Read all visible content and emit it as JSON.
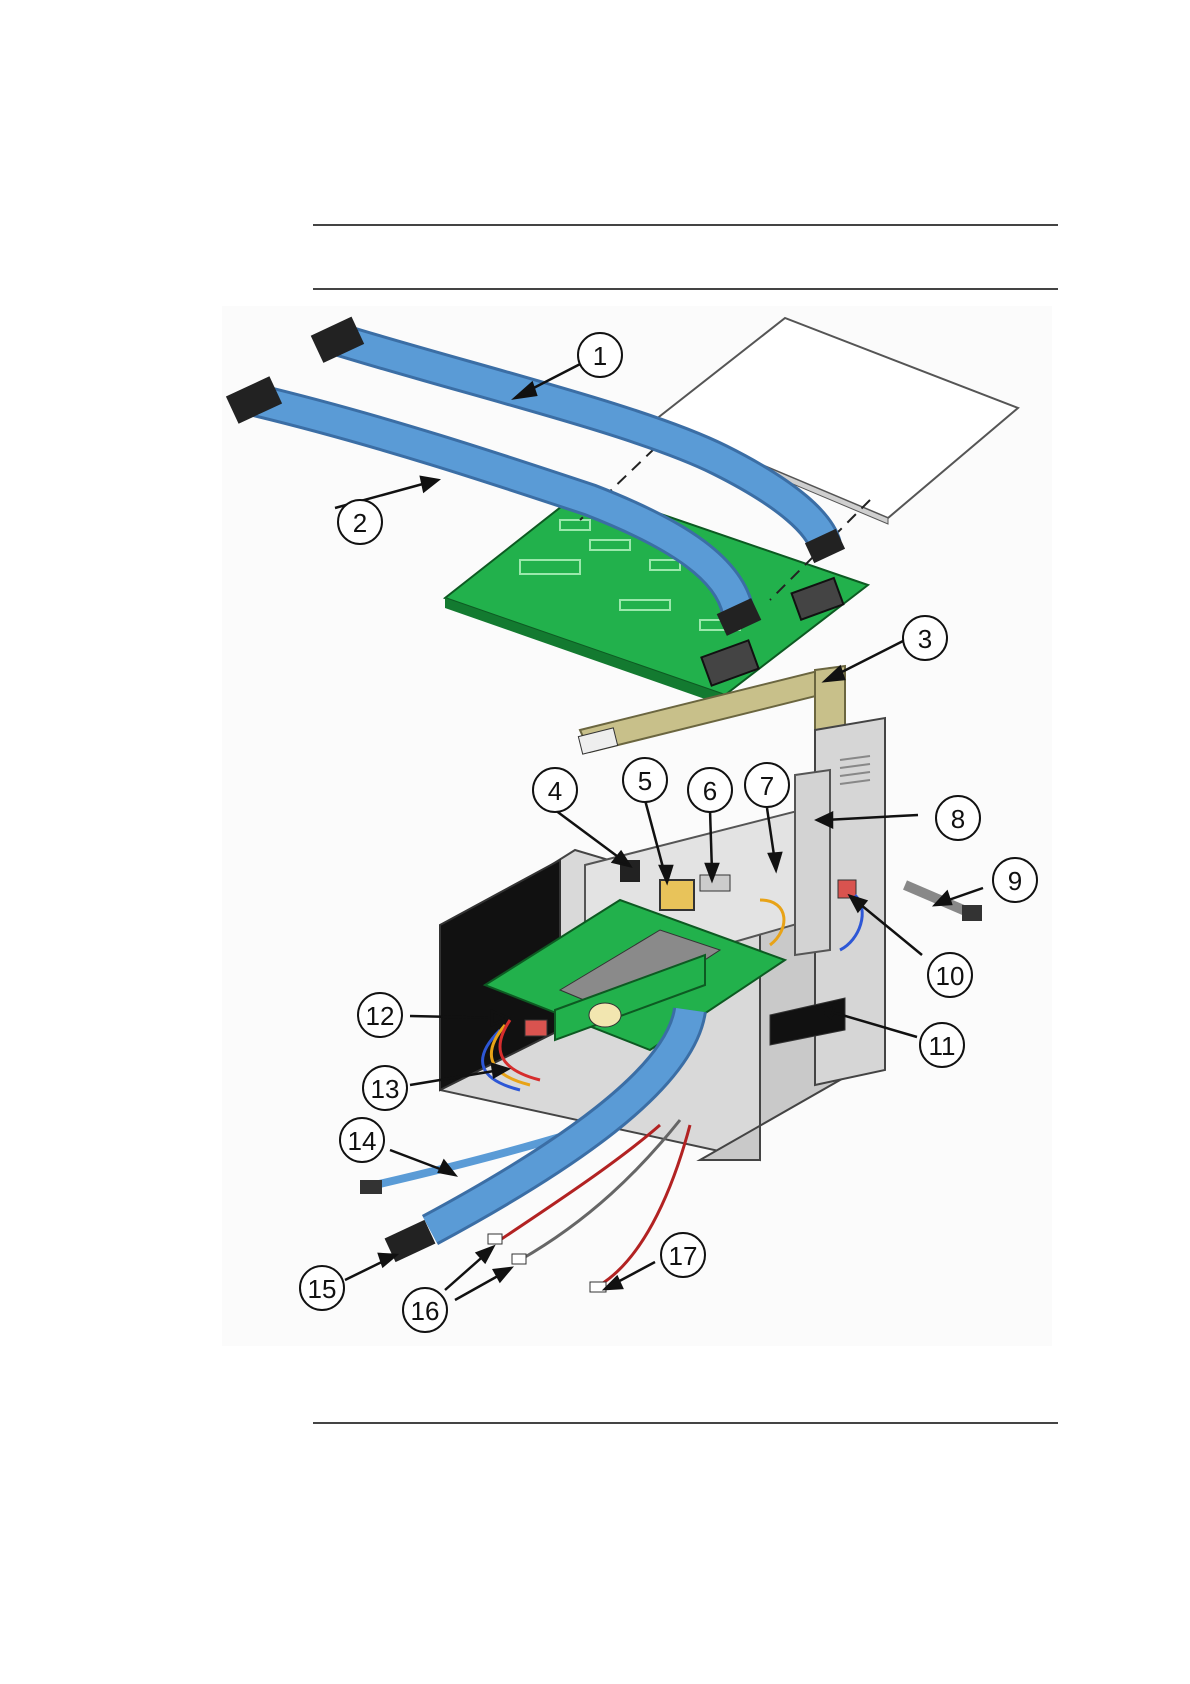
{
  "figure": {
    "callouts": [
      {
        "id": "1",
        "label": "1"
      },
      {
        "id": "2",
        "label": "2"
      },
      {
        "id": "3",
        "label": "3"
      },
      {
        "id": "4",
        "label": "4"
      },
      {
        "id": "5",
        "label": "5"
      },
      {
        "id": "6",
        "label": "6"
      },
      {
        "id": "7",
        "label": "7"
      },
      {
        "id": "8",
        "label": "8"
      },
      {
        "id": "9",
        "label": "9"
      },
      {
        "id": "10",
        "label": "10"
      },
      {
        "id": "11",
        "label": "11"
      },
      {
        "id": "12",
        "label": "12"
      },
      {
        "id": "13",
        "label": "13"
      },
      {
        "id": "14",
        "label": "14"
      },
      {
        "id": "15",
        "label": "15"
      },
      {
        "id": "16",
        "label": "16"
      },
      {
        "id": "17",
        "label": "17"
      }
    ],
    "colors": {
      "cable_blue": "#5a9bd6",
      "pcb_green": "#22b14c",
      "flex_tan": "#c8c08a",
      "chassis_gray": "#d9d9d9",
      "connector_black": "#222222"
    }
  }
}
